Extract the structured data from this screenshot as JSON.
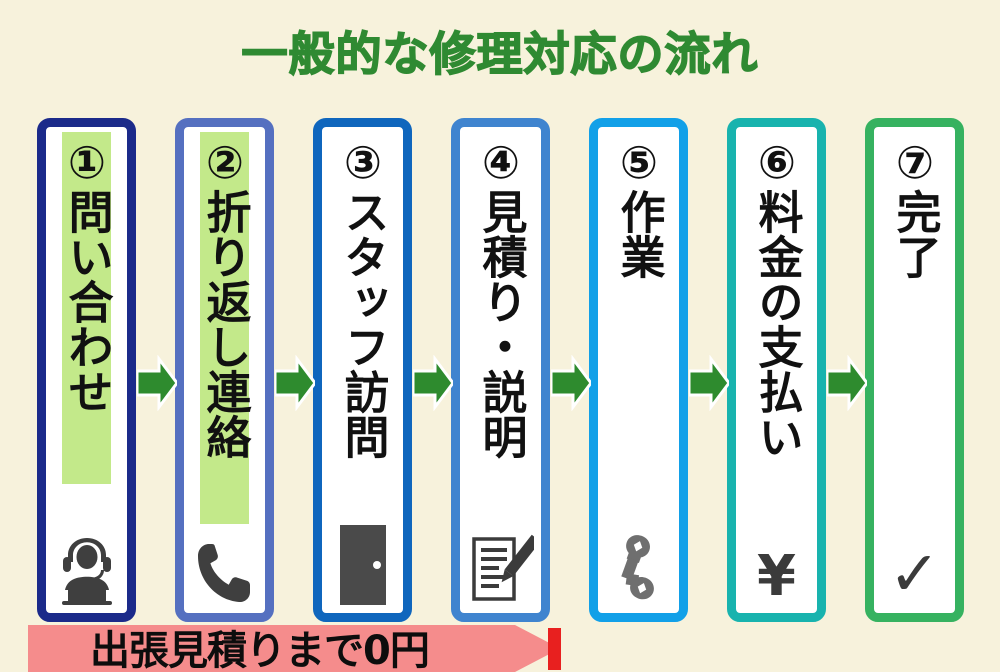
{
  "page": {
    "title": "一般的な修理対応の流れ",
    "background_color": "#f7f2dc",
    "title_color": "#2f8a32",
    "arrow_color": "#2e8b2e",
    "highlight_color": "#c3e98a"
  },
  "steps": [
    {
      "number": "①",
      "label": "問い合わせ",
      "full_text": "①問い合わせ",
      "icon": "headset-operator-icon",
      "border_color": "#1b2a8a",
      "highlighted": true
    },
    {
      "number": "②",
      "label": "折り返し連絡",
      "full_text": "②折り返し連絡",
      "icon": "phone-icon",
      "border_color": "#5570c0",
      "highlighted": true
    },
    {
      "number": "③",
      "label": "スタッフ訪問",
      "full_text": "③スタッフ訪問",
      "icon": "door-icon",
      "border_color": "#0f66bd",
      "highlighted": false
    },
    {
      "number": "④",
      "label": "見積り・説明",
      "full_text": "④見積り・説明",
      "icon": "document-pen-icon",
      "border_color": "#3f84cf",
      "highlighted": false
    },
    {
      "number": "⑤",
      "label": "作業",
      "full_text": "⑤作業",
      "icon": "wrench-icon",
      "border_color": "#12a0e8",
      "highlighted": false
    },
    {
      "number": "⑥",
      "label": "料金の支払い",
      "full_text": "⑥料金の支払い",
      "icon": "yen-icon",
      "icon_glyph": "¥",
      "border_color": "#18b3ae",
      "highlighted": false
    },
    {
      "number": "⑦",
      "label": "完了",
      "full_text": "⑦完了",
      "icon": "check-icon",
      "icon_glyph": "✓",
      "border_color": "#36b260",
      "highlighted": false
    }
  ],
  "banner": {
    "text": "出張見積りまで0円",
    "fill_color": "#f58c8c",
    "bar_color": "#e8201f"
  }
}
